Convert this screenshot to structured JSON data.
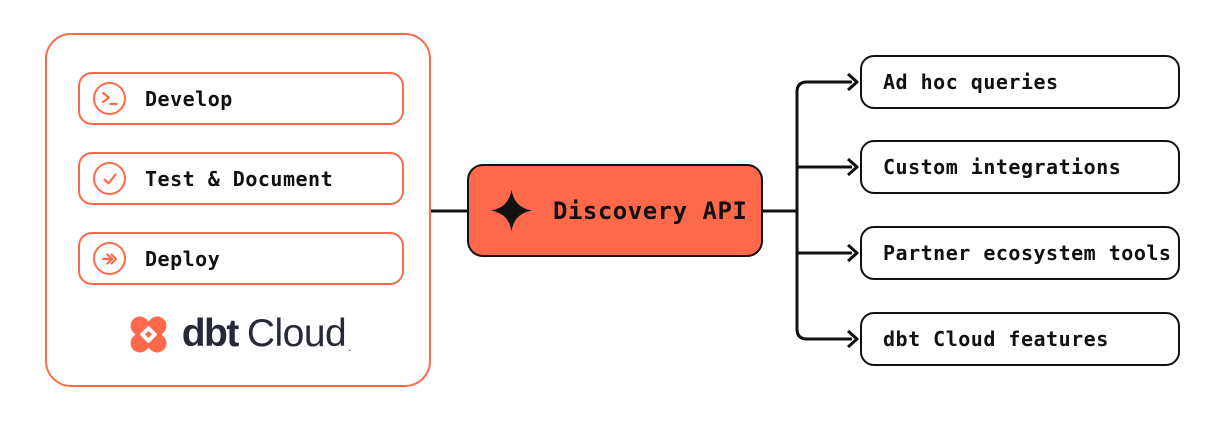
{
  "colors": {
    "orange": "#FF694B",
    "ink": "#111111",
    "navy": "#262A38",
    "white": "#FFFFFF"
  },
  "left_panel": {
    "items": [
      {
        "label": "Develop",
        "icon": "terminal-prompt-icon"
      },
      {
        "label": "Test & Document",
        "icon": "check-circle-icon"
      },
      {
        "label": "Deploy",
        "icon": "deploy-arrow-icon"
      }
    ],
    "logo": {
      "mark": "dbt-logo-mark",
      "bold": "dbt",
      "regular": "Cloud",
      "trademark": "."
    }
  },
  "center_node": {
    "label": "Discovery API",
    "icon": "sparkle-icon"
  },
  "outputs": [
    {
      "label": "Ad hoc queries"
    },
    {
      "label": "Custom integrations"
    },
    {
      "label": "Partner ecosystem tools"
    },
    {
      "label": "dbt Cloud features"
    }
  ]
}
